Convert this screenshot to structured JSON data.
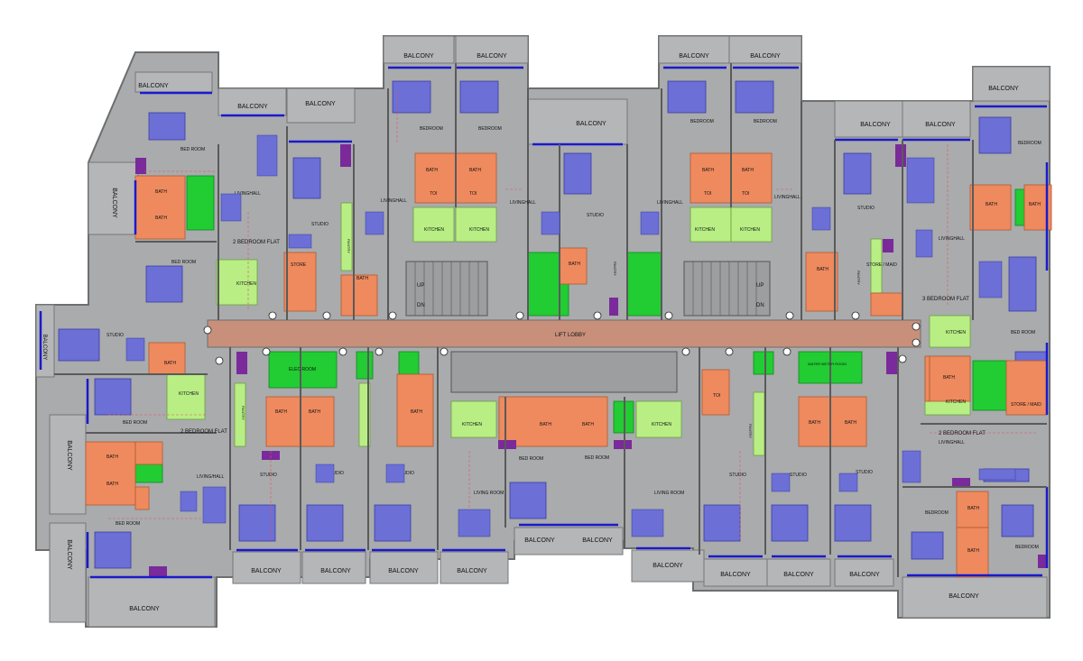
{
  "colors": {
    "background": "#ffffff",
    "floor": "#a9abad",
    "balcony": "#b4b6b8",
    "bedroom": "#6b6fd6",
    "bath": "#ee8a5e",
    "kitchen": "#b8ee84",
    "green_room": "#22cc33",
    "lobby": "#c8907a",
    "purple": "#7a2a9a",
    "window": "#1a1acc",
    "wall": "#5a5a5a"
  },
  "labels": {
    "balcony": "BALCONY",
    "bedroom_caps": "BEDROOM",
    "bed_room": "BED ROOM",
    "bath": "BATH",
    "toi": "TOI",
    "kitchen": "KITCHEN",
    "livinghall": "LIVINGHALL",
    "living_hall": "LIVING/HALL",
    "studio": "STUDIO",
    "pantry": "PANTRY",
    "store": "STORE",
    "store_maid": "STORE / MAID",
    "two_bedroom_flat": "2 BEDROOM FLAT",
    "three_bedroom_flat": "3 BEDROOM FLAT",
    "lift_lobby": "LIFT LOBBY",
    "elec_room": "ELEC ROOM",
    "water_meter_room": "WATER METER ROOM",
    "living_room": "LIVING ROOM",
    "up": "UP",
    "dn": "DN"
  }
}
